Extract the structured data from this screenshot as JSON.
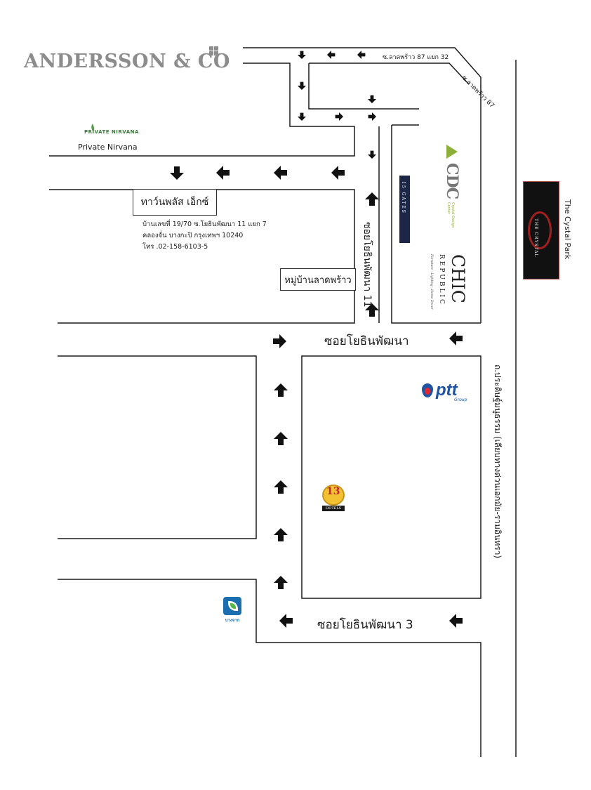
{
  "brand": {
    "name": "ANDERSSON & CO"
  },
  "labels": {
    "private_nirvana_logo": "PRIVATE NIRVANA",
    "private_nirvana": "Private Nirvana",
    "townplus_x": "ทาว์นพลัส เอ็กซ์",
    "address_line1": "บ้านเลขที่ 19/70 ซ.โยธินพัฒนา 11 แยก 7",
    "address_line2": "คลองจั่น บางกะปิ กรุงเทพฯ 10240",
    "address_line3": "โทร .02-158-6103-5",
    "village_ladprao": "หมู่บ้านลาดพร้าว",
    "soi_yothin_11": "ซอยโยธินพัฒนา 11",
    "soi_yothin": "ซอยโยธินพัฒนา",
    "soi_yothin_3": "ซอยโยธินพัฒนา 3",
    "soi_ladprao_87_32": "ซ.ลาดพร้าว 87 แยก 32",
    "soi_ladprao_87": "ซ.ลาดพร้าว 87",
    "pradit_road": "ถ.ประดิษฐ์มนูธรรม (เลียบทางด่วนเอกมัย-รามอินทรา)",
    "crystal_park": "The Cystal Park",
    "crystal_logo": "THE CRYSTAL",
    "gates": "15 GATES",
    "cdc": "CDC",
    "cdc_sub": "Crystal Design Center",
    "chic_big": "CHIC",
    "chic_republic": "REPUBLIC",
    "chic_tag": "Furniture - Lighting - Home Decor",
    "ptt": "ptt",
    "ptt_group": "Group",
    "hotel_num": "13",
    "hotel_text": "HOTELS",
    "bangchak": "บางจาก"
  },
  "colors": {
    "road_line": "#1a1a1a",
    "arrow": "#111111",
    "brand_gray": "#8c8c8c",
    "ptt_blue": "#1f53a3",
    "cdc_green": "#8db03a"
  },
  "arrows": [
    {
      "dir": "down",
      "size": "s"
    },
    {
      "dir": "left",
      "size": "s"
    },
    {
      "dir": "left",
      "size": "s"
    },
    {
      "dir": "down",
      "size": "s"
    },
    {
      "dir": "down",
      "size": "s"
    },
    {
      "dir": "right",
      "size": "s"
    },
    {
      "dir": "right",
      "size": "s"
    },
    {
      "dir": "down",
      "size": "s"
    },
    {
      "dir": "down",
      "size": "s"
    },
    {
      "dir": "down",
      "size": "l"
    },
    {
      "dir": "left",
      "size": "l"
    },
    {
      "dir": "left",
      "size": "l"
    },
    {
      "dir": "left",
      "size": "l"
    },
    {
      "dir": "up",
      "size": "l"
    },
    {
      "dir": "up",
      "size": "l"
    },
    {
      "dir": "right",
      "size": "l"
    },
    {
      "dir": "left",
      "size": "l"
    },
    {
      "dir": "up",
      "size": "l"
    },
    {
      "dir": "up",
      "size": "l"
    },
    {
      "dir": "up",
      "size": "l"
    },
    {
      "dir": "up",
      "size": "l"
    },
    {
      "dir": "up",
      "size": "l"
    },
    {
      "dir": "left",
      "size": "l"
    },
    {
      "dir": "left",
      "size": "l"
    }
  ]
}
